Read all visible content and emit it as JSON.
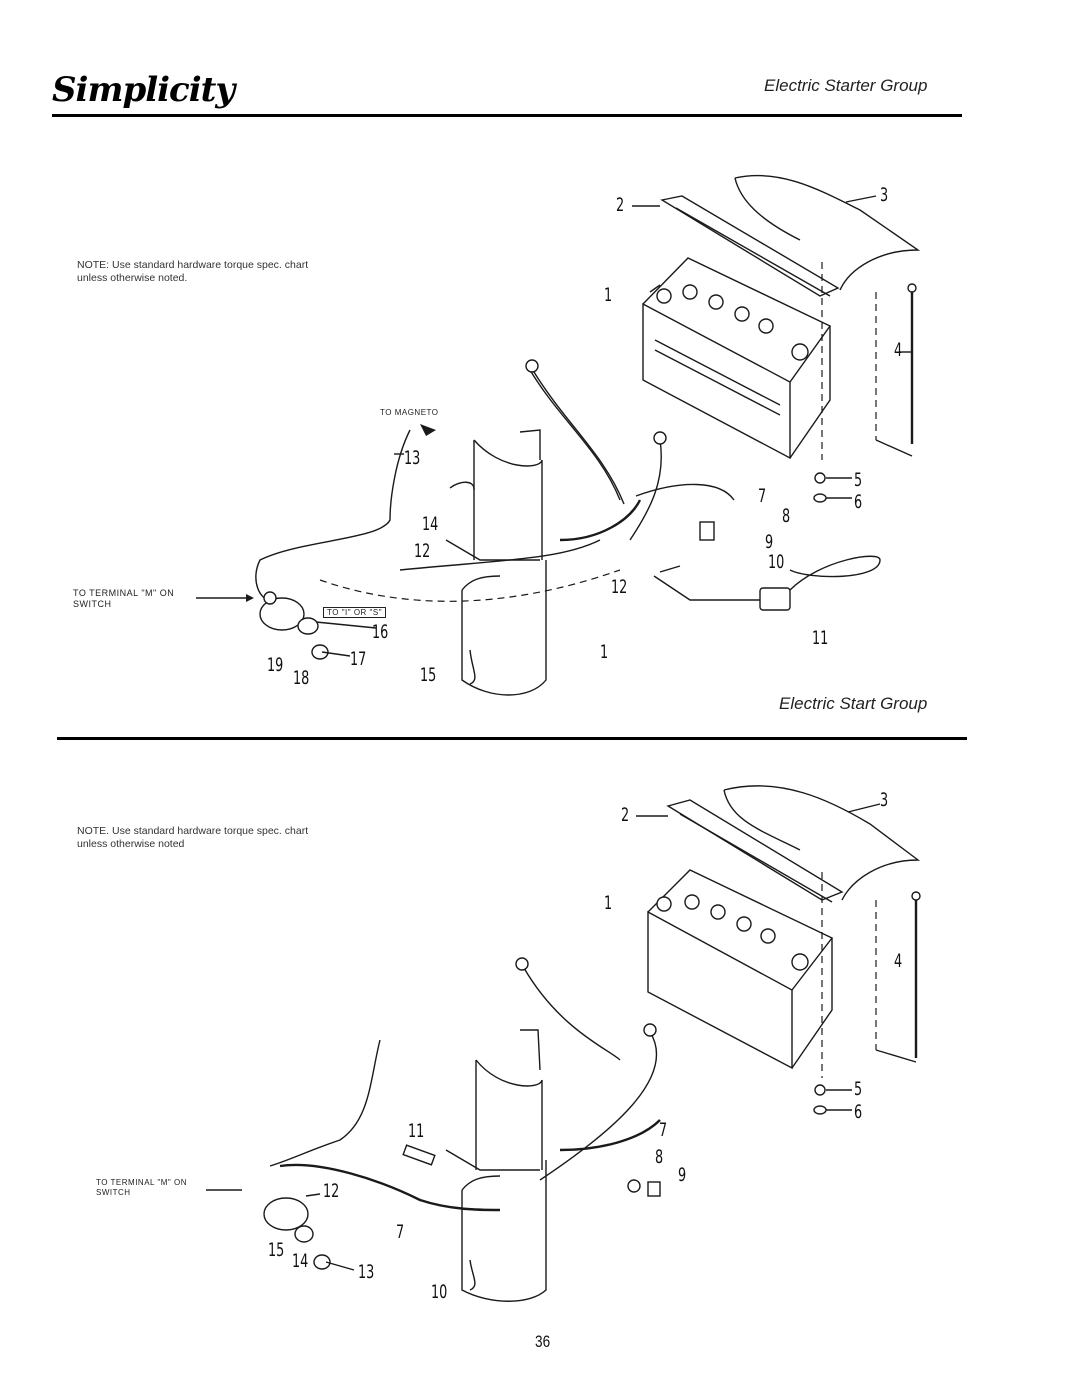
{
  "header": {
    "brand": "Simplicity",
    "top_title": "Electric Starter Group"
  },
  "top_diagram": {
    "note": "NOTE: Use standard hardware torque spec. chart unless otherwise noted.",
    "label_to_magneto": "TO MAGNETO",
    "label_to_terminal": "TO TERMINAL \"M\" ON SWITCH",
    "label_to_i_or_s": "TO \"I\" OR \"S\"",
    "callouts": [
      "1",
      "2",
      "3",
      "4",
      "5",
      "6",
      "7",
      "8",
      "9",
      "10",
      "11",
      "12",
      "12",
      "13",
      "14",
      "15",
      "16",
      "17",
      "18",
      "19"
    ]
  },
  "mid_title": "Electric Start Group",
  "bottom_diagram": {
    "note": "NOTE. Use standard hardware torque spec. chart unless otherwise noted",
    "label_to_terminal": "TO TERMINAL \"M\" ON SWITCH",
    "callouts": [
      "1",
      "2",
      "3",
      "4",
      "5",
      "6",
      "7",
      "7",
      "8",
      "9",
      "10",
      "11",
      "12",
      "13",
      "14",
      "15"
    ]
  },
  "page_number": "36"
}
